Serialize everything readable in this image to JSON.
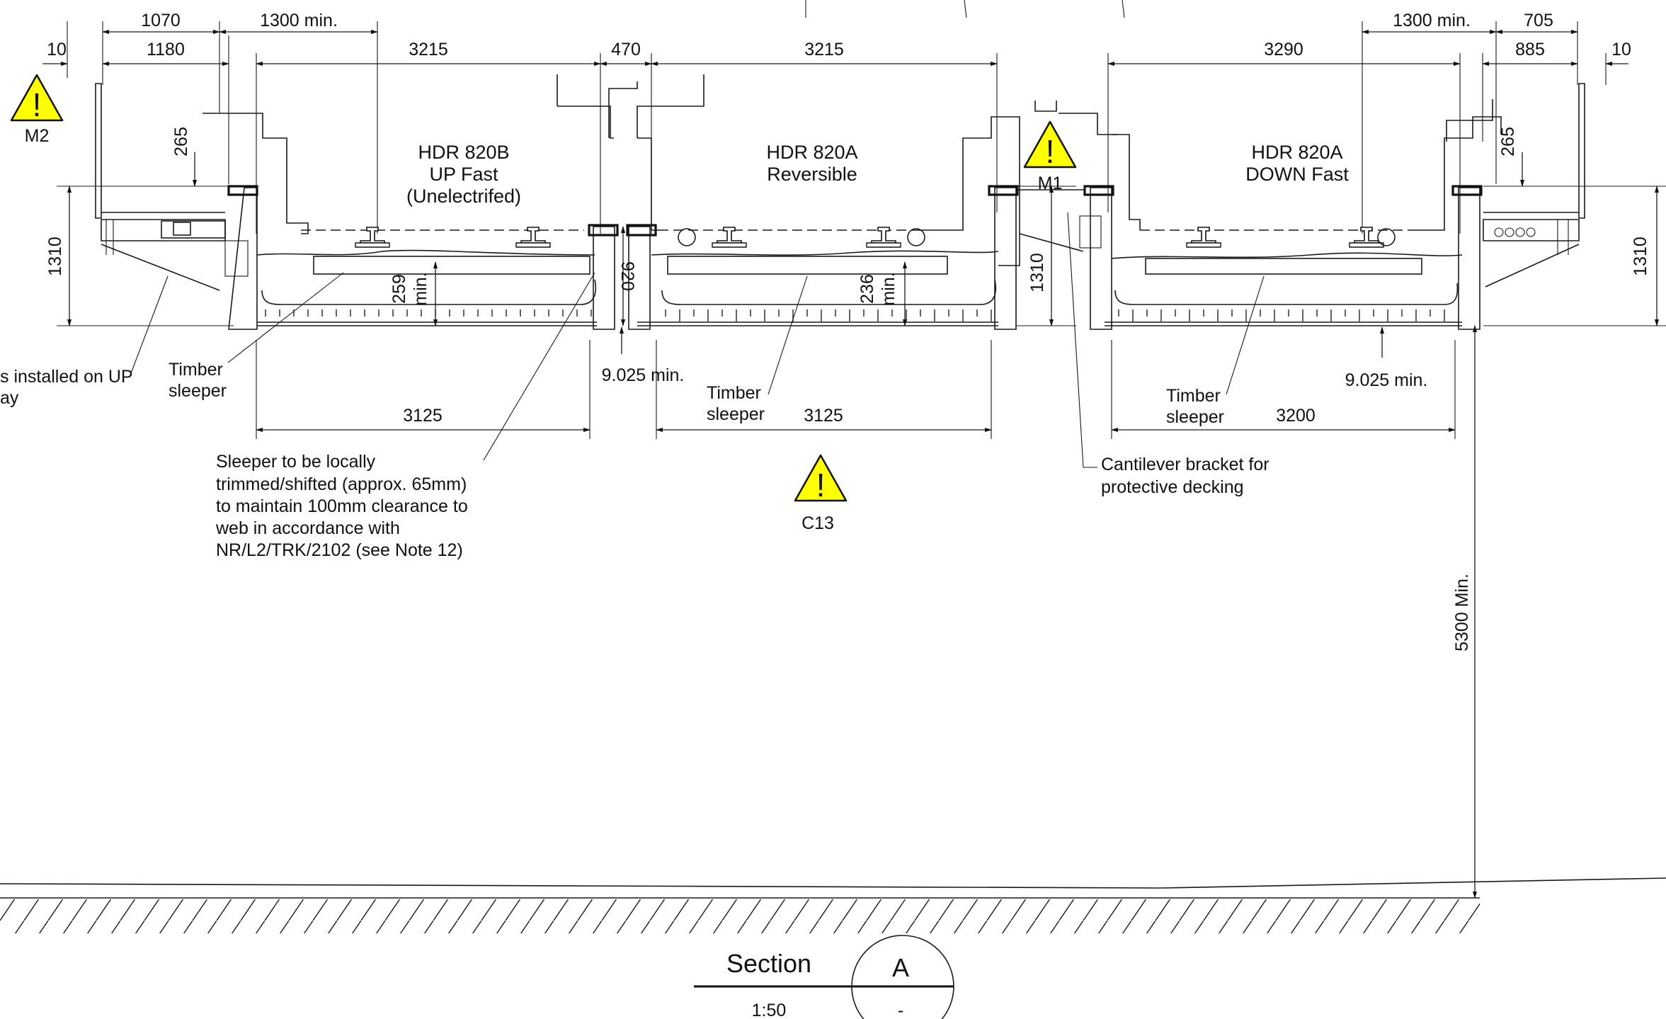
{
  "dimensions_top": {
    "d1070": "1070",
    "d1300_left": "1300 min.",
    "d10_left": "10",
    "d1180": "1180",
    "d3215_a": "3215",
    "d470": "470",
    "d3215_b": "3215",
    "d3290": "3290",
    "d1300_right": "1300 min.",
    "d705": "705",
    "d885": "885",
    "d10_right": "10"
  },
  "dimensions_side": {
    "d265_left": "265",
    "d1310_left": "1310",
    "d259": "259",
    "d259_min": "min.",
    "d920": "920",
    "d236": "236",
    "d236_min": "min.",
    "d1310_mid": "1310",
    "d265_right": "265",
    "d1310_right": "1310",
    "d5300": "5300 Min."
  },
  "dimensions_bottom": {
    "d3125_a": "3125",
    "d3125_b": "3125",
    "d3200": "3200",
    "d9025_a": "9.025 min.",
    "d9025_b": "9.025 min."
  },
  "tracks": [
    {
      "line1": "HDR 820B",
      "line2": "UP Fast",
      "line3": "(Unelectrifed)"
    },
    {
      "line1": "HDR 820A",
      "line2": "Reversible"
    },
    {
      "line1": "HDR 820A",
      "line2": "DOWN Fast"
    }
  ],
  "warnings": {
    "m2": {
      "symbol": "!",
      "label": "M2",
      "color": "#FFFF00"
    },
    "m1": {
      "symbol": "!",
      "label": "M1",
      "color": "#FFFF00"
    },
    "c13": {
      "symbol": "!",
      "label": "C13",
      "color": "#FFFF00"
    }
  },
  "notes": {
    "left_cut_1": "s installed on UP",
    "left_cut_2": "ay",
    "timber_1": [
      "Timber",
      "sleeper"
    ],
    "timber_2": [
      "Timber",
      "sleeper"
    ],
    "timber_3": [
      "Timber",
      "sleeper"
    ],
    "sleeper_note": [
      "Sleeper to be locally",
      "trimmed/shifted (approx. 65mm)",
      "to maintain 100mm clearance to",
      "web in accordance with",
      "NR/L2/TRK/2102 (see Note 12)"
    ],
    "cantilever": [
      "Cantilever bracket for",
      "protective decking"
    ]
  },
  "section": {
    "title": "Section",
    "id": "A",
    "scale": "1:50",
    "sheet": "-"
  }
}
